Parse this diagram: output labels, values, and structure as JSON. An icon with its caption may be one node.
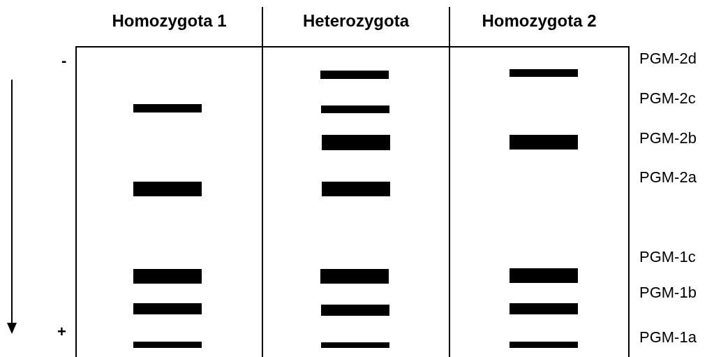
{
  "diagram": {
    "nodes": [
      {
        "text": [
          "Homozygota 1"
        ]
      },
      {
        "text": [],
        "shape": "bar",
        "in": 0
      },
      {
        "text": [],
        "shape": "bar",
        "in": 0
      },
      {
        "text": [],
        "shape": "bar",
        "in": 0
      },
      {
        "text": [],
        "shape": "bar",
        "in": 0
      },
      {
        "text": [],
        "shape": "bar",
        "in": 0
      },
      {
        "text": [
          "Heterozygota"
        ]
      },
      {
        "text": [],
        "shape": "bar",
        "in": 6
      },
      {
        "text": [],
        "shape": "bar",
        "in": 6
      },
      {
        "text": [],
        "shape": "bar",
        "in": 6
      },
      {
        "text": [],
        "shape": "bar",
        "in": 6
      },
      {
        "text": [],
        "shape": "bar",
        "in": 6
      },
      {
        "text": [],
        "shape": "bar",
        "in": 6
      },
      {
        "text": [],
        "shape": "bar",
        "in": 6
      },
      {
        "text": [
          "Homozygota 2"
        ]
      },
      {
        "text": [],
        "shape": "bar",
        "in": 14
      },
      {
        "text": [],
        "shape": "bar",
        "in": 14
      },
      {
        "text": [],
        "shape": "bar",
        "in": 14
      },
      {
        "text": [],
        "shape": "bar",
        "in": 14
      },
      {
        "text": [],
        "shape": "bar",
        "in": 14
      }
    ],
    "edges": [],
    "labels": [
      "-",
      "PGM-2d",
      "PGM-2c",
      "PGM-2b",
      "PGM-2a",
      "PGM-1c",
      "PGM-1b",
      "+",
      "PGM-1a"
    ]
  }
}
